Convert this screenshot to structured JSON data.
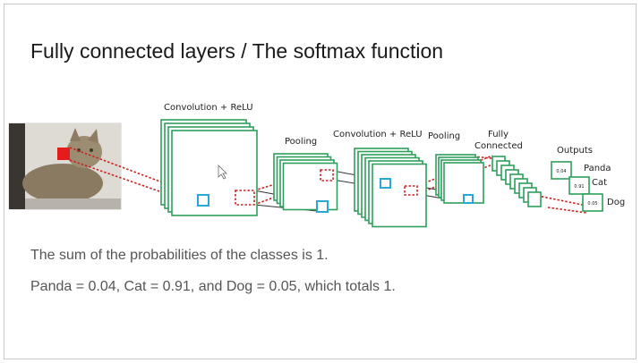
{
  "slide": {
    "title": "Fully connected layers / The softmax function",
    "body_lines": [
      "The sum of the probabilities of the classes is 1.",
      "Panda = 0.04, Cat = 0.91, and Dog = 0.05, which totals 1."
    ]
  },
  "diagram": {
    "layer_labels": {
      "conv1": "Convolution + ReLU",
      "pool1": "Pooling",
      "conv2": "Convolution + ReLU",
      "pool2": "Pooling",
      "fc_line1": "Fully",
      "fc_line2": "Connected",
      "outputs": "Outputs"
    },
    "outputs": [
      {
        "class": "Panda",
        "probability": "0.04"
      },
      {
        "class": "Cat",
        "probability": "0.91"
      },
      {
        "class": "Dog",
        "probability": "0.05"
      }
    ],
    "colors": {
      "feature_map": "#2e9e5b",
      "receptive_field": "#29a8d8",
      "connection": "#cc2222",
      "input_highlight": "#e51c1c"
    }
  }
}
